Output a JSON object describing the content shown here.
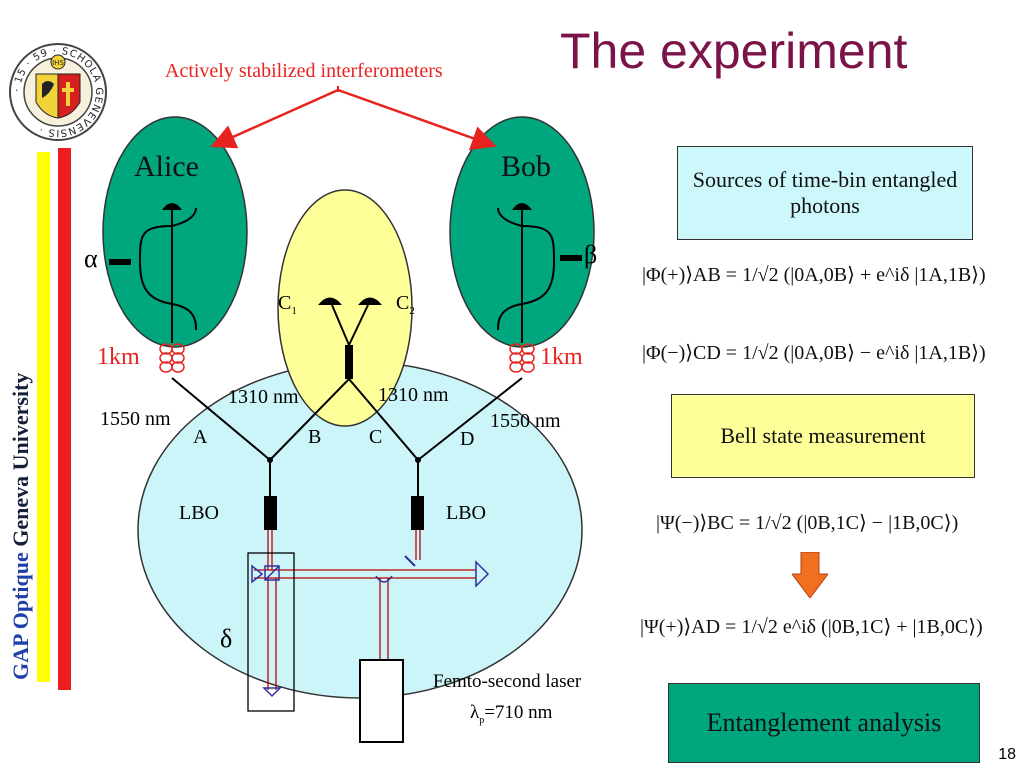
{
  "title": "The experiment",
  "side_label": {
    "part1": "GAP Optique",
    "part2": " Geneva University"
  },
  "logo": {
    "ring_text": "· 15 · 59 · SCHOLA GENEVENSIS",
    "inner_text": "IHS"
  },
  "annotation_top": "Actively stabilized interferometers",
  "ellipses": {
    "alice": "Alice",
    "bob": "Bob"
  },
  "labels": {
    "alpha": "α",
    "beta": "β",
    "c1_main": "C",
    "c1_sub": "1",
    "c2_main": "C",
    "c2_sub": "2",
    "km_left": "1km",
    "km_right": "1km",
    "nm1310_left": "1310 nm",
    "nm1310_right": "1310 nm",
    "nm1550_left": "1550 nm",
    "nm1550_right": "1550 nm",
    "A": "A",
    "B": "B",
    "C": "C",
    "D": "D",
    "lbo_left": "LBO",
    "lbo_right": "LBO",
    "delta": "δ",
    "laser_line1": "Femto-second laser",
    "laser_lambda": "λ",
    "laser_sub": "p",
    "laser_value": "=710 nm"
  },
  "boxes": {
    "sources": "Sources of time-bin entangled photons",
    "bell": "Bell state measurement",
    "analysis": "Entanglement analysis"
  },
  "equations": {
    "phi_plus": "|Φ(+)⟩AB = 1/√2 (|0A,0B⟩ + e^iδ |1A,1B⟩)",
    "phi_minus": "|Φ(−)⟩CD = 1/√2 (|0A,0B⟩ − e^iδ |1A,1B⟩)",
    "psi_minus": "|Ψ(−)⟩BC = 1/√2 (|0B,1C⟩ − |1B,0C⟩)",
    "psi_plus": "|Ψ(+)⟩AD = 1/√2 e^iδ (|0B,1C⟩ + |1B,0C⟩)"
  },
  "page_number": "18",
  "colors": {
    "green": "#00a67e",
    "yellow": "#ffff99",
    "cyan": "#ccf5f9",
    "red": "#e8231f",
    "orange": "#f07020",
    "title": "#7a1448"
  }
}
